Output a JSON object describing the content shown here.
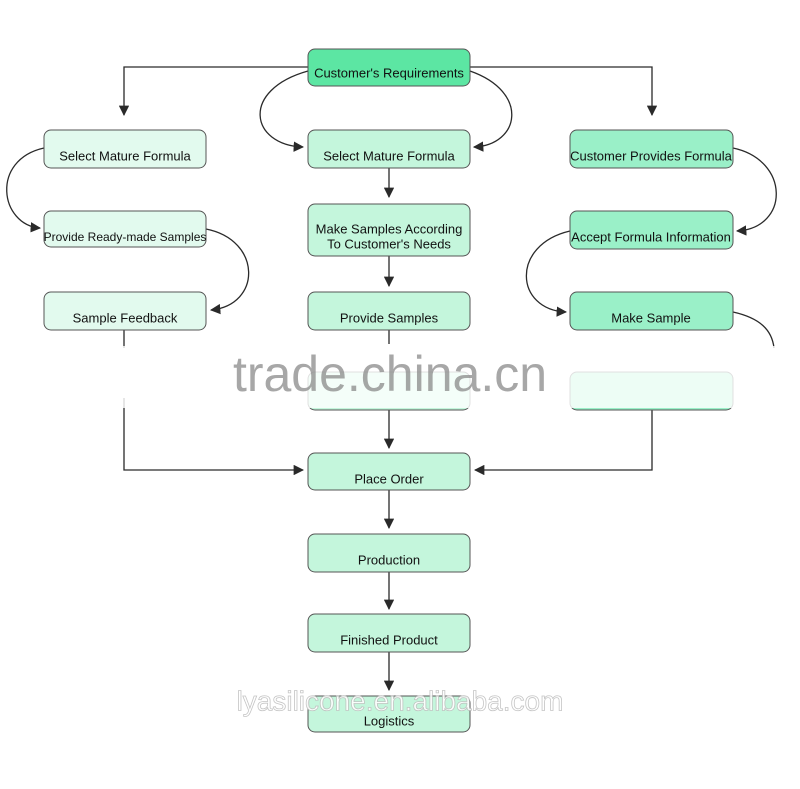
{
  "colors": {
    "accent": "#5ce6a3",
    "strong": "#9af0c8",
    "light": "#e2faee",
    "line": "#2a2a2a"
  },
  "nodes": {
    "customer_requirements": "Customer's Requirements",
    "select_mature_formula_left": "Select Mature Formula",
    "select_mature_formula_center": "Select Mature Formula",
    "customer_provides_formula": "Customer Provides Formula",
    "provide_ready_made_samples": "Provide Ready-made Samples",
    "make_samples_line1": "Make Samples According",
    "make_samples_line2": "To Customer's Needs",
    "accept_formula_information": "Accept Formula Information",
    "sample_feedback": "Sample Feedback",
    "provide_samples": "Provide Samples",
    "make_sample": "Make Sample",
    "place_order": "Place Order",
    "production": "Production",
    "finished_product": "Finished Product",
    "logistics": "Logistics"
  },
  "watermarks": {
    "main": "trade.china.cn",
    "footer": "lyasilicone.en.alibaba.com"
  }
}
